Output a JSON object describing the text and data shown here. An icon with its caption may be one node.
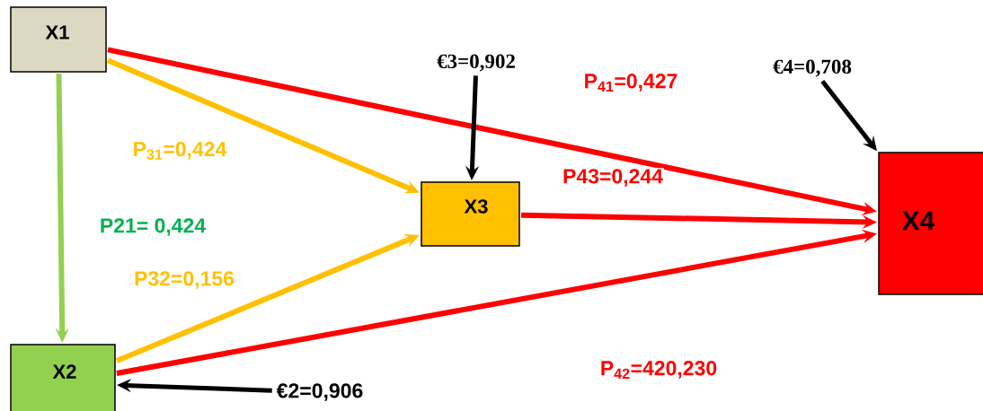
{
  "diagram": {
    "nodes": [
      {
        "text": [
          "X1"
        ]
      },
      {
        "text": [
          "X2"
        ]
      },
      {
        "text": [
          "X3"
        ]
      },
      {
        "text": [
          "X4"
        ]
      },
      {
        "text": [
          "€3=0,902"
        ]
      },
      {
        "text": [
          "€4=0,708"
        ]
      },
      {
        "text": [
          "€2=0,906"
        ]
      }
    ],
    "edges": [
      {
        "from": 0,
        "to": 1,
        "arrow": "to",
        "label": "P21= 0,424",
        "color": "#92d050"
      },
      {
        "from": 0,
        "to": 2,
        "arrow": "to",
        "label": "P$_{31}$=0,424",
        "color": "#ffc000"
      },
      {
        "from": 1,
        "to": 2,
        "arrow": "to",
        "label": "P32=0,156",
        "color": "#ffc000"
      },
      {
        "from": 0,
        "to": 3,
        "arrow": "to",
        "label": "P$_{41}$=0,427"
      },
      {
        "from": 2,
        "to": 3,
        "arrow": "to",
        "label": "P43=0,244"
      },
      {
        "from": 1,
        "to": 3,
        "arrow": "to",
        "label": "P$_{42}$=420,230"
      },
      {
        "from": 4,
        "to": 2,
        "arrow": "to",
        "color": "#000000"
      },
      {
        "from": 5,
        "to": 3,
        "arrow": "to",
        "color": "#000000"
      },
      {
        "from": 6,
        "to": 1,
        "arrow": "to",
        "color": "#000000"
      }
    ]
  }
}
